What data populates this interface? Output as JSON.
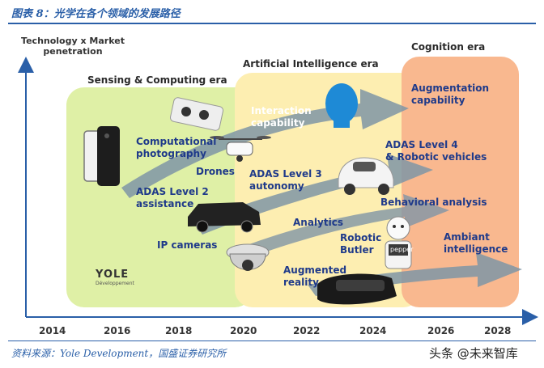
{
  "figure_title": "图表 8：光学在各个领域的发展路径",
  "y_axis_title": "Technology x Market\npenetration",
  "eras": [
    {
      "label": "Sensing & Computing era"
    },
    {
      "label": "Artificial Intelligence era"
    },
    {
      "label": "Cognition era"
    }
  ],
  "labels": {
    "computational_photography": "Computational\nphotography",
    "drones": "Drones",
    "adas2": "ADAS Level 2\nassistance",
    "ip_cameras": "IP cameras",
    "interaction": "Interaction\ncapability",
    "adas3": "ADAS Level 3\nautonomy",
    "analytics": "Analytics",
    "robotic_butler": "Robotic\nButler",
    "augmented_reality": "Augmented\nreality",
    "augmentation": "Augmentation\ncapability",
    "adas4": "ADAS Level 4\n& Robotic vehicles",
    "behavioral": "Behavioral analysis",
    "ambiant": "Ambiant\nintelligence",
    "pepper": "pepper"
  },
  "years": [
    "2014",
    "2016",
    "2018",
    "2020",
    "2022",
    "2024",
    "2026",
    "2028"
  ],
  "logo_text": "YOLE",
  "logo_sub": "Développement",
  "source": "资料来源：Yole Development，国盛证券研究所",
  "watermark": "头条 @未来智库",
  "colors": {
    "title_blue": "#2a5fa8",
    "zone_green": "#dff0a6",
    "zone_yellow": "#fdeeb1",
    "zone_orange": "#f9b88f",
    "arrow_gray": "#7f95a6",
    "label_blue": "#1f3a8a"
  }
}
